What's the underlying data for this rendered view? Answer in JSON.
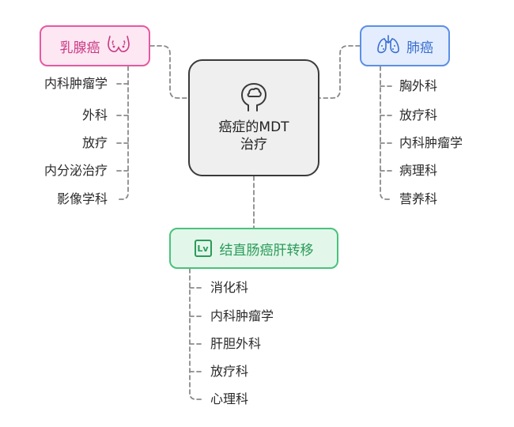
{
  "center": {
    "title_line1": "癌症的MDT",
    "title_line2": "治疗",
    "icon": "head-brain-icon"
  },
  "breast": {
    "label": "乳腺癌",
    "icon": "breast-icon",
    "color": "#e45aa3",
    "items": [
      "内科肿瘤学",
      "外科",
      "放疗",
      "内分泌治疗",
      "影像学科"
    ]
  },
  "lung": {
    "label": "肺癌",
    "icon": "lungs-icon",
    "color": "#5b8fe6",
    "items": [
      "胸外科",
      "放疗科",
      "内科肿瘤学",
      "病理科",
      "营养科"
    ]
  },
  "colorectal": {
    "label": "结直肠癌肝转移",
    "icon_text": "Lv",
    "color": "#49c27b",
    "items": [
      "消化科",
      "内科肿瘤学",
      "肝胆外科",
      "放疗科",
      "心理科"
    ]
  }
}
